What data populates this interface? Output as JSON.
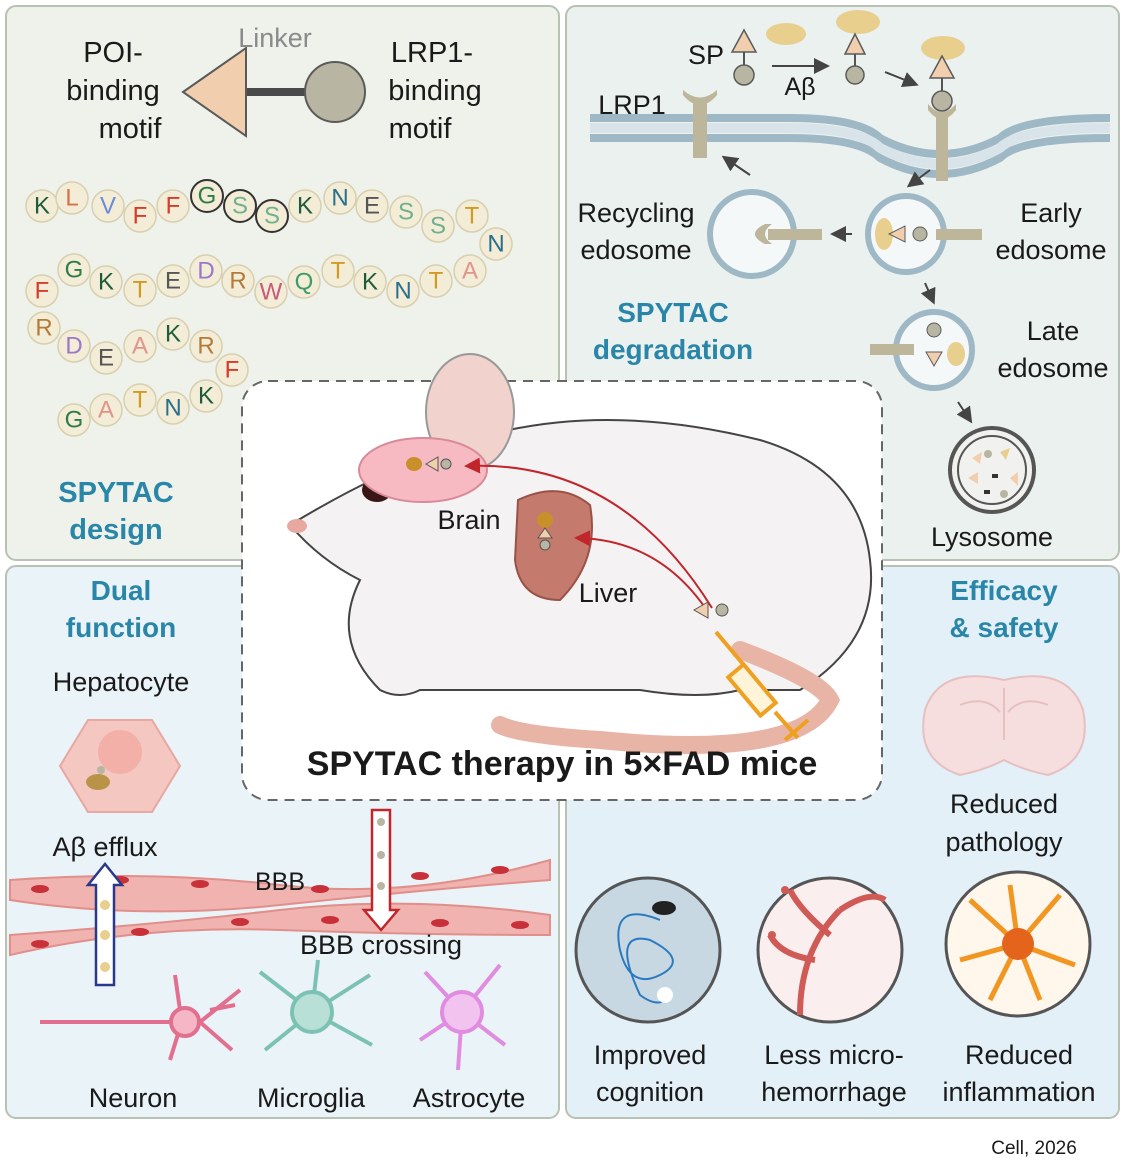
{
  "design": {
    "linker_label": "Linker",
    "poi_label": [
      "POI-",
      "binding",
      "motif"
    ],
    "lrp1_label": [
      "LRP1-",
      "binding",
      "motif"
    ],
    "title": [
      "SPYTAC",
      "design"
    ],
    "sequence_rows": [
      [
        "K",
        "L",
        "V",
        "F",
        "F",
        "G",
        "S",
        "S",
        "K",
        "N",
        "E",
        "S",
        "S",
        "T",
        "N"
      ],
      [
        "F",
        "G",
        "K",
        "T",
        "E",
        "D",
        "R",
        "W",
        "Q",
        "T",
        "K",
        "N",
        "T",
        "A"
      ],
      [
        "R",
        "D",
        "E",
        "A",
        "K",
        "R",
        "F"
      ],
      [
        "G",
        "A",
        "T",
        "N",
        "K"
      ]
    ]
  },
  "degradation": {
    "sp_label": "SP",
    "abeta_label": "Aβ",
    "lrp1_label": "LRP1",
    "recycling_label": [
      "Recycling",
      "edosome"
    ],
    "early_label": [
      "Early",
      "edosome"
    ],
    "late_label": [
      "Late",
      "edosome"
    ],
    "lysosome_label": "Lysosome",
    "title": [
      "SPYTAC",
      "degradation"
    ]
  },
  "center": {
    "brain_label": "Brain",
    "liver_label": "Liver",
    "title": "SPYTAC therapy in 5×FAD mice"
  },
  "dual": {
    "title": [
      "Dual",
      "function"
    ],
    "hepatocyte_label": "Hepatocyte",
    "efflux_label": "Aβ efflux",
    "bbb_label": "BBB",
    "crossing_label": "BBB crossing",
    "neuron_label": "Neuron",
    "microglia_label": "Microglia",
    "astrocyte_label": "Astrocyte"
  },
  "efficacy": {
    "title": [
      "Efficacy",
      "& safety"
    ],
    "pathology_label": [
      "Reduced",
      "pathology"
    ],
    "cognition_label": [
      "Improved",
      "cognition"
    ],
    "hemorrhage_label": [
      "Less micro-",
      "hemorrhage"
    ],
    "inflammation_label": [
      "Reduced",
      "inflammation"
    ]
  },
  "citation": "Cell, 2026",
  "colors": {
    "teal_title": "#2a86a8",
    "design_bg": "#eef2ea",
    "degradation_bg": "#eaf1ee",
    "dual_bg": "#eaf3f8",
    "efficacy_bg": "#e3f0f8",
    "triangle": "#f1cfae",
    "circle": "#b8b6a2",
    "vessel": "#f0b3b0",
    "red_arrow": "#c0262b",
    "syringe": "#f0a020"
  }
}
